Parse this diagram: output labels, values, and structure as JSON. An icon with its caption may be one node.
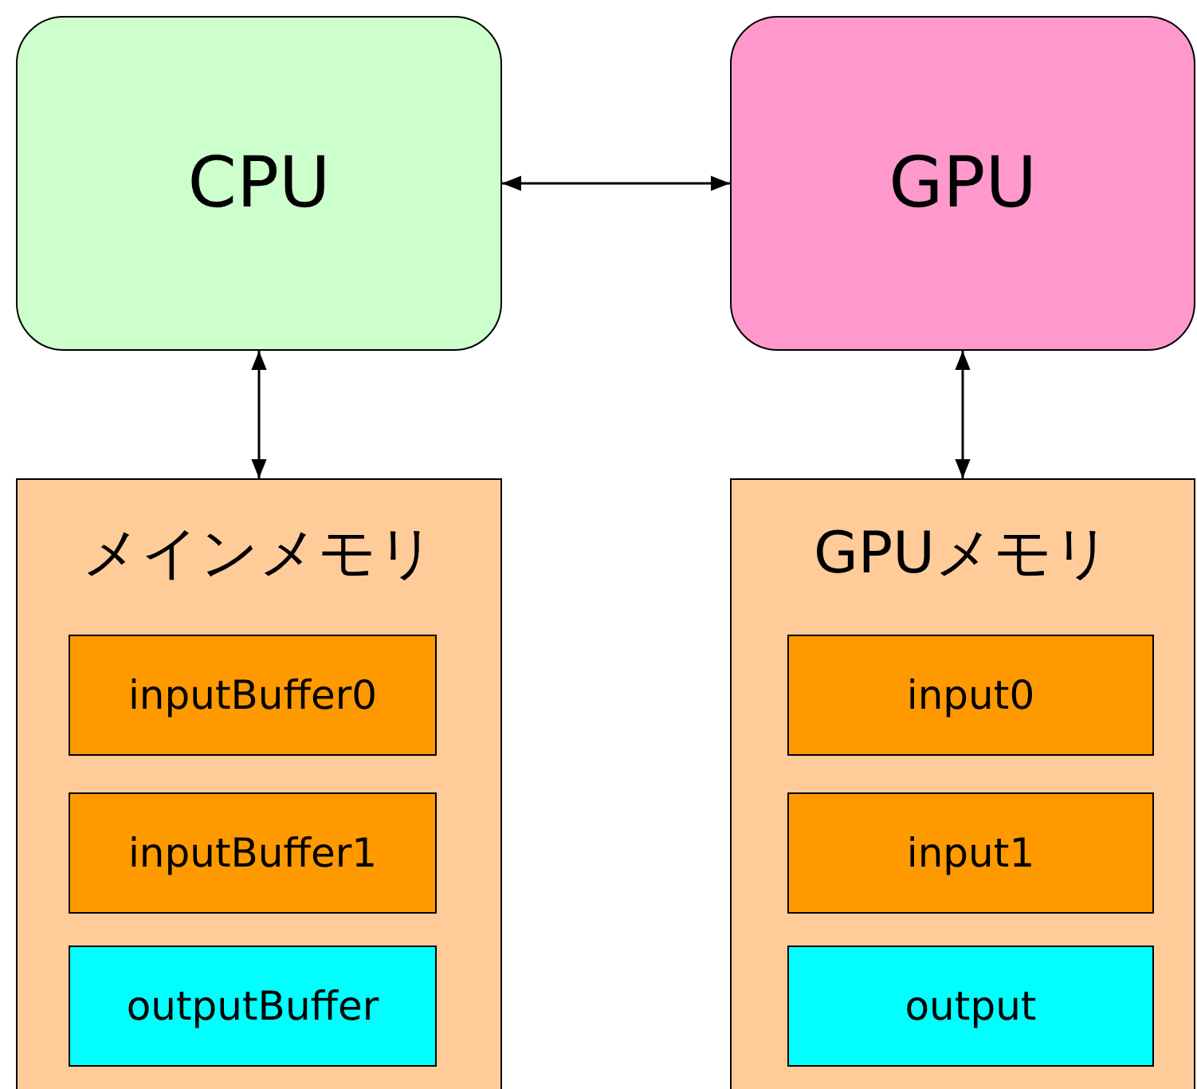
{
  "diagram": {
    "nodes": [
      {
        "text": [
          "CPU"
        ]
      },
      {
        "text": [
          "GPU"
        ]
      },
      {
        "text": [
          "メインメモリ"
        ]
      },
      {
        "text": [
          "inputBuffer0"
        ],
        "in": 2
      },
      {
        "text": [
          "inputBuffer1"
        ],
        "in": 2
      },
      {
        "text": [
          "outputBuffer"
        ],
        "in": 2
      },
      {
        "text": [
          "GPUメモリ"
        ]
      },
      {
        "text": [
          "input0"
        ],
        "in": 6
      },
      {
        "text": [
          "input1"
        ],
        "in": 6
      },
      {
        "text": [
          "output"
        ],
        "in": 6
      }
    ],
    "edges": [
      {
        "from": 0,
        "to": 1,
        "arrow": "both"
      },
      {
        "from": 0,
        "to": 2,
        "arrow": "both"
      },
      {
        "from": 1,
        "to": 6,
        "arrow": "both"
      }
    ]
  }
}
